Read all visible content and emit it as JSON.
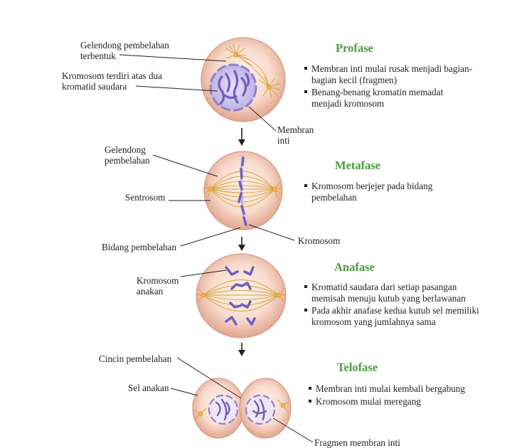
{
  "colors": {
    "title_green": "#4a9b3f",
    "cell_outer": "#e7b09a",
    "cell_inner": "#fbe7dc",
    "chromosome": "#7b6fc2",
    "spindle": "#d8a23a",
    "line": "#231f20"
  },
  "prophase": {
    "title": "Profase",
    "bullets": [
      "Membran inti mulai rusak menjadi bagian-bagian kecil (fragmen)",
      "Benang-benang kromatin memadat menjadi kromosom"
    ],
    "labels": {
      "spindle": [
        "Gelendong pembelahan",
        "terbentuk"
      ],
      "chromosome": [
        "Kromosom terdiri atas dua",
        "kromatid saudara"
      ],
      "membrane": [
        "Membran",
        "inti"
      ]
    }
  },
  "metaphase": {
    "title": "Metafase",
    "bullets": [
      "Kromosom berjejer pada bidang pembelahan"
    ],
    "labels": {
      "spindle": [
        "Gelendong",
        "pembelahan"
      ],
      "centrosome": "Sentrosom",
      "plate": "Bidang pembelahan",
      "chromosome": "Kromosom"
    }
  },
  "anaphase": {
    "title": "Anafase",
    "bullets": [
      "Kromatid saudara dari setiap pasangan memisah menuju kutub yang berlawanan",
      "Pada akhir anafase kedua kutub sel memiliki kromosom yang jumlahnya sama"
    ],
    "labels": {
      "daughter_chromosome": [
        "Kromosom",
        "anakan"
      ]
    }
  },
  "telophase": {
    "title": "Telofase",
    "bullets": [
      "Membran inti mulai kembali bergabung",
      "Kromosom mulai meregang"
    ],
    "labels": {
      "cleavage": "Cincin pembelahan",
      "daughter_cell": "Sel anakan",
      "fragment": "Fragmen membran inti"
    }
  }
}
